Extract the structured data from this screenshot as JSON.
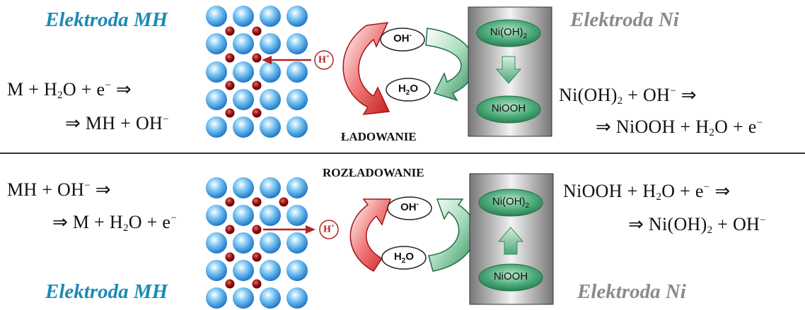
{
  "top": {
    "left_title": "Elektroda MH",
    "right_title": "Elektroda Ni",
    "process_label": "ŁADOWANIE",
    "left_eq_line1": {
      "parts": [
        "M + H",
        "2",
        "O + e",
        "−",
        " ⇒"
      ]
    },
    "left_eq_line2": {
      "parts": [
        "⇒ MH + OH",
        "−"
      ]
    },
    "right_eq_line1": {
      "parts": [
        "Ni(OH)",
        "2",
        " + OH",
        "−",
        " ⇒"
      ]
    },
    "right_eq_line2": {
      "parts": [
        "⇒ NiOOH + H",
        "2",
        "O + e",
        "−"
      ]
    },
    "proton_label": "H",
    "proton_sup": "+",
    "hydroxide_label": "OH",
    "hydroxide_sup": "-",
    "water_label": "H",
    "water_sub": "2",
    "water_tail": "O",
    "ni_top_label": "Ni(OH)",
    "ni_top_sub": "2",
    "ni_bottom_label": "NiOOH"
  },
  "bottom": {
    "left_title": "Elektroda MH",
    "right_title": "Elektroda Ni",
    "process_label": "ROZŁADOWANIE",
    "left_eq_line1": {
      "parts": [
        "MH + OH",
        "−",
        " ⇒"
      ]
    },
    "left_eq_line2": {
      "parts": [
        "⇒ M + H",
        "2",
        "O + e",
        "−"
      ]
    },
    "right_eq_line1": {
      "parts": [
        "NiOOH + H",
        "2",
        "O + e",
        "−",
        " ⇒"
      ]
    },
    "right_eq_line2": {
      "parts": [
        "⇒ Ni(OH)",
        "2",
        " + OH",
        "−"
      ]
    },
    "proton_label": "H",
    "proton_sup": "+",
    "hydroxide_label": "OH",
    "hydroxide_sup": "-",
    "water_label": "H",
    "water_sub": "2",
    "water_tail": "O",
    "ni_top_label": "Ni(OH)",
    "ni_top_sub": "2",
    "ni_bottom_label": "NiOOH"
  },
  "colors": {
    "mh_title": "#1a8ab5",
    "ni_title": "#8a8a8a",
    "metal_atom": "#3a9be0",
    "hydrogen_atom": "#8b0a0a",
    "red_arrow": "#d42a2a",
    "green_arrow": "#2e8b57",
    "ni_oval": "#2f8f5f"
  }
}
